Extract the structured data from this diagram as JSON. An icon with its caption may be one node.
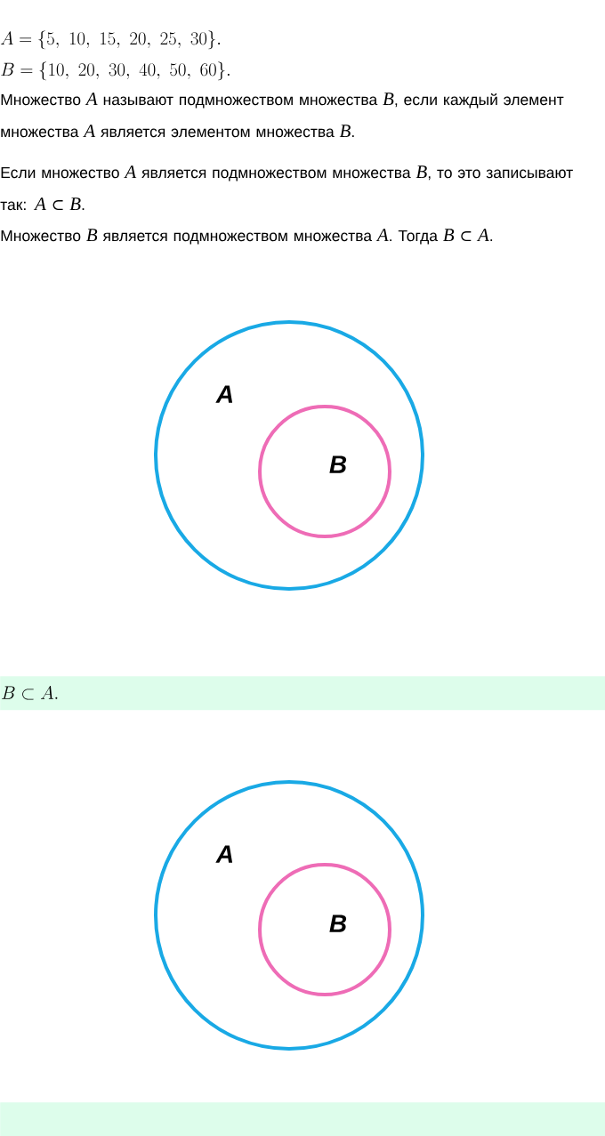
{
  "diagram": {
    "nodes": [
      {
        "text": [
          "A"
        ]
      },
      {
        "text": [
          "B"
        ],
        "in": 0
      },
      {
        "text": [
          "B \\subset A."
        ]
      },
      {
        "text": [
          "A"
        ]
      },
      {
        "text": [
          "B"
        ],
        "in": 3
      },
      {
        "text": [],
        "shape": "bar"
      }
    ],
    "labels": [
      "A = \\{5,\\ 10,\\ 15,\\ 20,\\ 25,\\ 30\\}.",
      "B = \\{10,\\ 20,\\ 30,\\ 40,\\ 50,\\ 60\\}.",
      "Множество *A* называют подмножеством множества *B*, если каждый элемент множества *A* является элементом множества *B*.",
      "Если множество *A* является подмножеством множества *B*, то это записывают так: *A* ⊂ *B*.",
      "Множество *B* является подмножеством множества *A*. Тогда *B* ⊂ *A*."
    ]
  }
}
